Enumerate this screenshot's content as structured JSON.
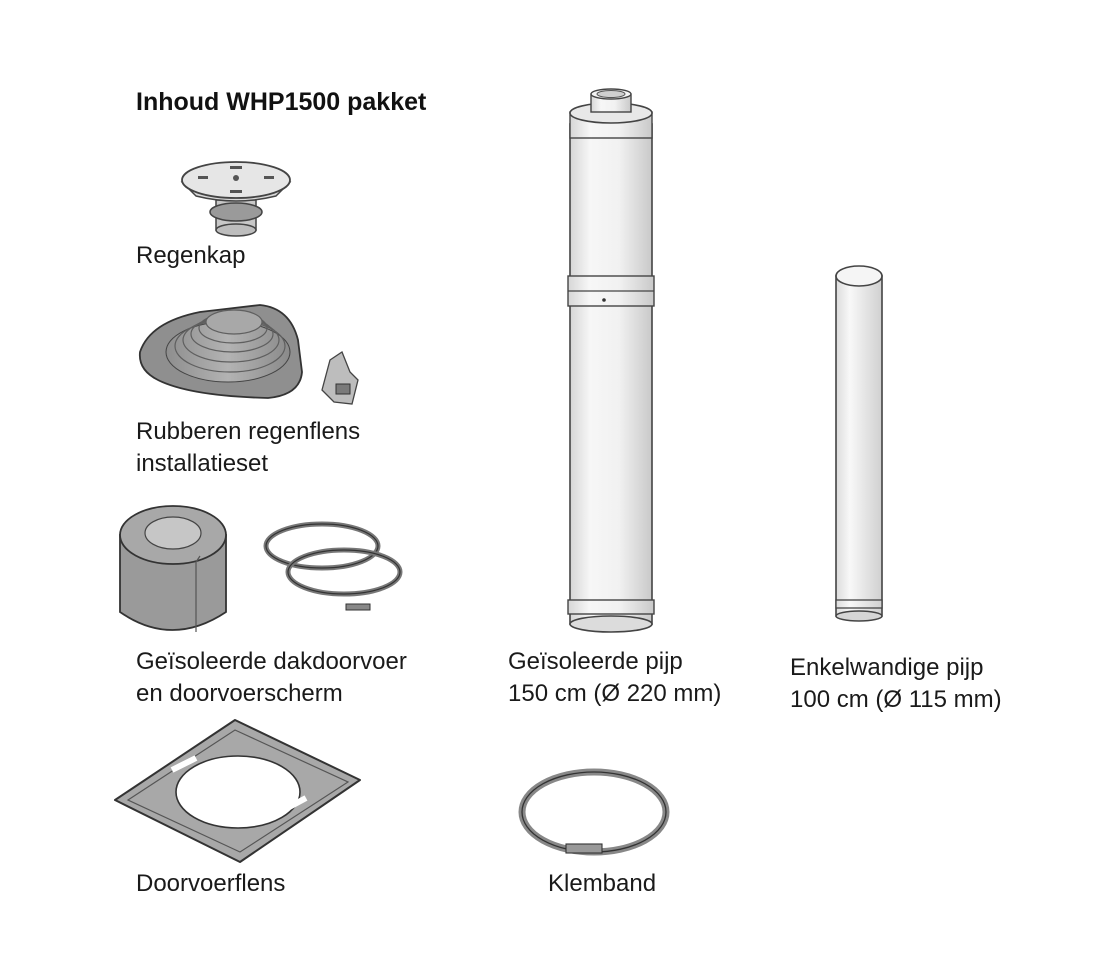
{
  "title": "Inhoud WHP1500 pakket",
  "items": {
    "regenkap": {
      "label": "Regenkap"
    },
    "regenflens": {
      "line1": "Rubberen regenflens",
      "line2": "installatieset"
    },
    "dakdoorvoer": {
      "line1": "Geïsoleerde dakdoorvoer",
      "line2": "en doorvoerscherm"
    },
    "doorvoerflens": {
      "label": "Doorvoerflens"
    },
    "geisoleerde_pijp": {
      "line1": "Geïsoleerde pijp",
      "line2": "150 cm (Ø 220 mm)"
    },
    "enkelwandige_pijp": {
      "line1": "Enkelwandige pijp",
      "line2": "100 cm (Ø 115 mm)"
    },
    "klemband": {
      "label": "Klemband"
    }
  }
}
